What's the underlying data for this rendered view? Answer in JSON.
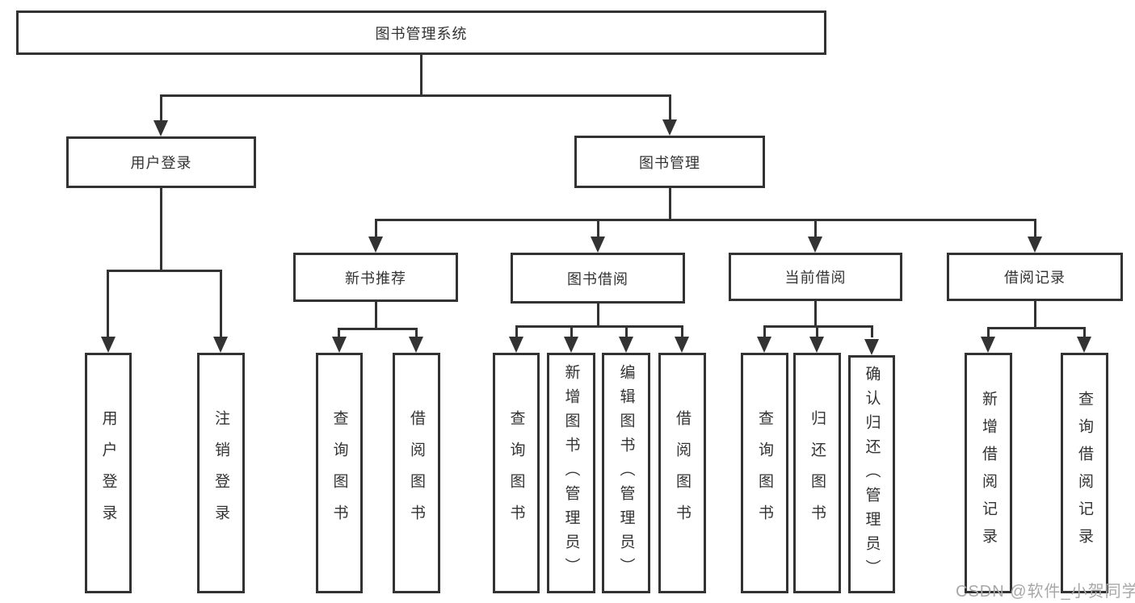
{
  "tree": {
    "label": "图书管理系统",
    "children": [
      {
        "label": "用户登录",
        "children": [
          {
            "label": "用户登录"
          },
          {
            "label": "注销登录"
          }
        ]
      },
      {
        "label": "图书管理",
        "children": [
          {
            "label": "新书推荐",
            "children": [
              {
                "label": "查询图书"
              },
              {
                "label": "借阅图书"
              }
            ]
          },
          {
            "label": "图书借阅",
            "children": [
              {
                "label": "查询图书"
              },
              {
                "label": "新增图书（管理员）"
              },
              {
                "label": "编辑图书（管理员）"
              },
              {
                "label": "借阅图书"
              }
            ]
          },
          {
            "label": "当前借阅",
            "children": [
              {
                "label": "查询图书"
              },
              {
                "label": "归还图书"
              },
              {
                "label": "确认归还（管理员）"
              }
            ]
          },
          {
            "label": "借阅记录",
            "children": [
              {
                "label": "新增借阅记录"
              },
              {
                "label": "查询借阅记录"
              }
            ]
          }
        ]
      }
    ]
  },
  "watermark": {
    "text": "CSDN @软件_小贺同学"
  },
  "colors": {
    "line": "#333333",
    "text": "#333333",
    "watermark": "#a8a8a8",
    "background": "#ffffff"
  }
}
